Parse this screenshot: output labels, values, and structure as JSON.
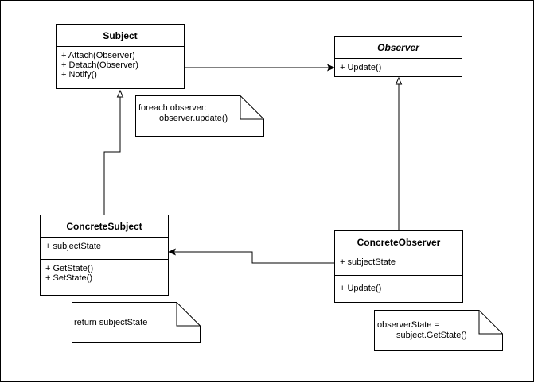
{
  "classes": {
    "subject": {
      "name": "Subject",
      "attributes": [],
      "operations": [
        "+ Attach(Observer)",
        "+ Detach(Observer)",
        "+ Notify()"
      ]
    },
    "observer": {
      "name": "Observer",
      "attributes": [],
      "operations": [
        "+ Update()"
      ]
    },
    "concrete_subject": {
      "name": "ConcreteSubject",
      "attributes": [
        "+ subjectState"
      ],
      "operations": [
        "+ GetState()",
        "+ SetState()"
      ]
    },
    "concrete_observer": {
      "name": "ConcreteObserver",
      "attributes": [
        "+ subjectState"
      ],
      "operations": [
        "+ Update()"
      ]
    }
  },
  "notes": {
    "notify_note": {
      "line1": "foreach observer:",
      "line2": "observer.update()"
    },
    "getstate_note": {
      "line1": "return subjectState"
    },
    "observer_state_note": {
      "line1": "observerState =",
      "line2": "subject.GetState()"
    }
  },
  "colors": {
    "line": "#000000",
    "background": "#ffffff"
  }
}
